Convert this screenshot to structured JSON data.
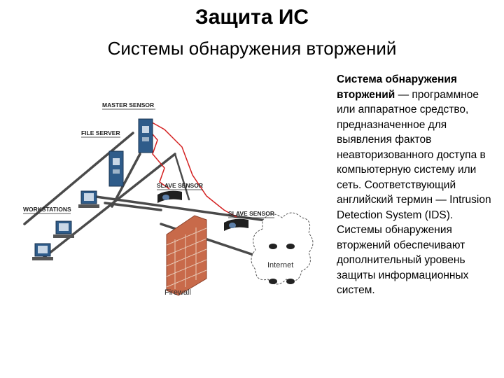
{
  "slide": {
    "title": "Защита ИС",
    "subtitle": "Системы обнаружения вторжений"
  },
  "diagram": {
    "labels": {
      "master_sensor": "MASTER SENSOR",
      "file_server": "FILE SERVER",
      "slave_sensor_1": "SLAVE SENSOR",
      "slave_sensor_2": "SLAVE SENSOR",
      "workstations": "WORKSTATIONS",
      "internet": "Internet",
      "firewall": "Firewall"
    }
  },
  "description": {
    "term": "Система обнаружения вторжений",
    "body": " — программное или аппаратное средство, предназначенное для выявления фактов неавторизованного доступа в компьютерную систему или сеть. Соответствующий английский термин — Intrusion Detection System (IDS). Системы обнаружения вторжений обеспечивают дополнительный уровень защиты информационных систем."
  },
  "colors": {
    "alert_line": "#d42020",
    "brick": "#c86a4a",
    "network_line": "#4a4a4a"
  }
}
